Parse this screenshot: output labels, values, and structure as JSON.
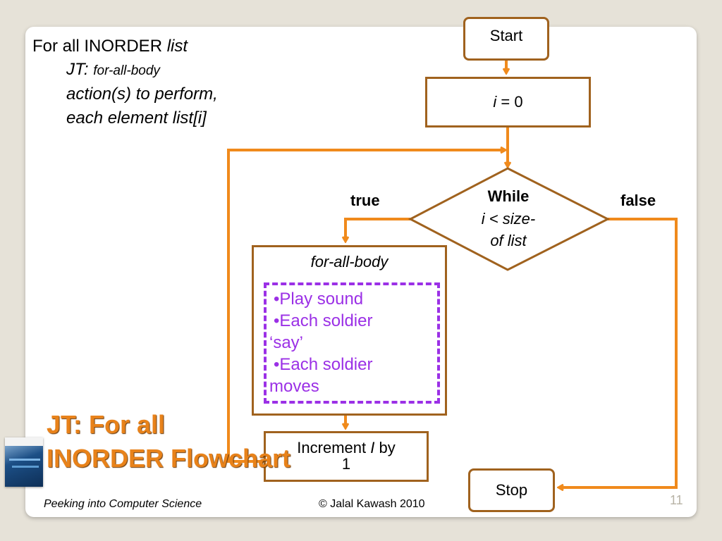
{
  "intro": {
    "line1_normal": "For all INORDER ",
    "line1_italic": "list",
    "line2_jt": "JT: ",
    "line2_small": "for-all-body",
    "line3": "action(s) to perform,",
    "line4": "each element list[i]"
  },
  "flow": {
    "start": "Start",
    "init_i": "i",
    "init_rest": " = 0",
    "while_bold": "While",
    "while_cond1": "i < size-",
    "while_cond2": "of list",
    "true_label": "true",
    "false_label": "false",
    "body_title": "for-all-body",
    "body_items": [
      "•Play sound",
      "•Each soldier",
      "‘say’",
      "•Each soldier",
      "moves"
    ],
    "incr_a": "Increment ",
    "incr_i": "I",
    "incr_b": " by",
    "incr_c": "1",
    "stop": "Stop"
  },
  "title": {
    "line1": "JT: For all",
    "line2": "INORDER Flowchart"
  },
  "footer": {
    "left": "Peeking into Computer Science",
    "center": "© Jalal Kawash 2010",
    "page": "11"
  },
  "colors": {
    "arrow": "#f08a1c",
    "box_border": "#a0621e",
    "dashed": "#9b30e6",
    "title": "#e8821a"
  }
}
